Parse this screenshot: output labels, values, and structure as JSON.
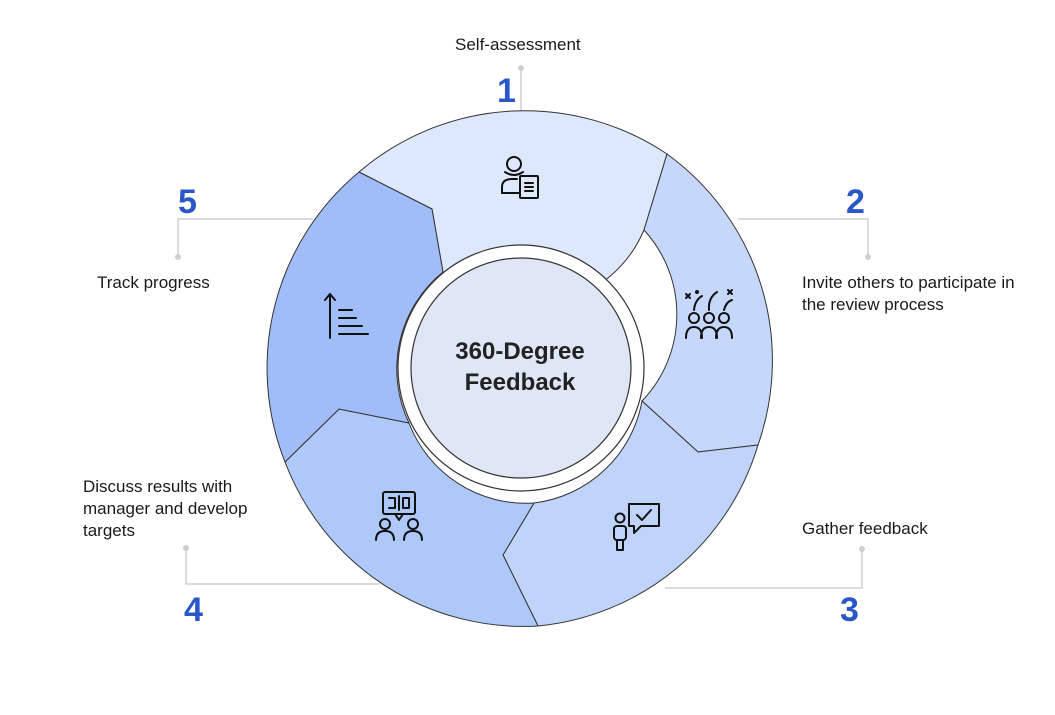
{
  "center": {
    "line1": "360-Degree",
    "line2": "Feedback"
  },
  "accent_color": "#2a57c8",
  "steps": [
    {
      "number": "1",
      "label": "Self-assessment",
      "icon": "person-document-icon",
      "color": "#dde8fc"
    },
    {
      "number": "2",
      "label": "Invite others to participate in the review process",
      "icon": "team-celebration-icon",
      "color": "#c5d8fb"
    },
    {
      "number": "3",
      "label": "Gather feedback",
      "icon": "person-feedback-icon",
      "color": "#bfd3fb"
    },
    {
      "number": "4",
      "label": "Discuss results with manager and develop targets",
      "icon": "discussion-icon",
      "color": "#aec8fa"
    },
    {
      "number": "5",
      "label": "Track progress",
      "icon": "progress-list-icon",
      "color": "#a0bdf9"
    }
  ]
}
